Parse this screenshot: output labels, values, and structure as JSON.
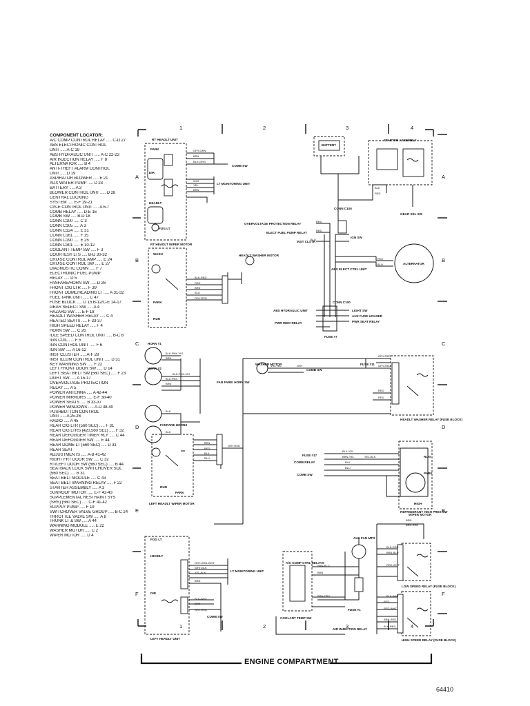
{
  "locator": {
    "title": "COMPONENT LOCATOR:",
    "rows": [
      [
        "A/C COMP CONTROL RELAY",
        "C-D 27"
      ],
      [
        "ABS ELECTRONIC CONTROL",
        ""
      ],
      [
        "  UNIT",
        "A-C 19"
      ],
      [
        "ABS HYDRAULIC UNIT",
        "A-C 22-23"
      ],
      [
        "AIR INJECTION RELAY",
        "F 8"
      ],
      [
        "ALTERNATOR",
        "B 4"
      ],
      [
        "ANTI-THEFT ALARM CONTROL",
        ""
      ],
      [
        "  UNIT",
        "D 19"
      ],
      [
        "ASPIRATOR BLOWER",
        "E 21"
      ],
      [
        "AUX WATER PUMP",
        "D 23"
      ],
      [
        "BATTERY",
        "A 3"
      ],
      [
        "BLOWER CONTROL UNIT",
        "D 28"
      ],
      [
        "CENTRAL LOCKING",
        ""
      ],
      [
        "  SYSTEM",
        "E-F 19-21"
      ],
      [
        "CIS-E CONTROL UNIT",
        "A 6-7"
      ],
      [
        "COMB RELAY",
        "D-E 16"
      ],
      [
        "COMB SW",
        "B-D 18"
      ],
      [
        "CONN C100",
        "C 3"
      ],
      [
        "CONN C105",
        "A 3"
      ],
      [
        "CONN C124",
        "E 31"
      ],
      [
        "CONN C161",
        "F 15"
      ],
      [
        "CONN C190",
        "E 25"
      ],
      [
        "CONN C301",
        "E 10-12"
      ],
      [
        "COOLANT TEMP SW",
        "F 3"
      ],
      [
        "COURTESY LTS",
        "B-D 30-32"
      ],
      [
        "CRUISE CONTROL AMP",
        "E 24"
      ],
      [
        "CRUISE CONTROL SW",
        "E 27"
      ],
      [
        "DIAGNOSTIC CONN",
        "F 7"
      ],
      [
        "ELECTRONIC FUEL PUMP",
        ""
      ],
      [
        "  RELAY",
        "D 5"
      ],
      [
        "FANFARE/HORN SW",
        "D 26"
      ],
      [
        "FRONT CIG LTR",
        "F 39"
      ],
      [
        "FRONT DOME/READING LT",
        "A 31-32"
      ],
      [
        "FUEL TANK UNIT",
        "C 47"
      ],
      [
        "FUSE BLOCK",
        "D 15 B-12/C-E 14-17"
      ],
      [
        "GEAR SELECT SW",
        "A 4"
      ],
      [
        "HAZARD SW",
        "E-F 18"
      ],
      [
        "HEADLT WASHER RELAY",
        "C 4"
      ],
      [
        "HEATED SEATS",
        "F 33-37"
      ],
      [
        "HIGH SPEED RELAY",
        "F 4"
      ],
      [
        "HORN SW",
        "C 26"
      ],
      [
        "IDLE SPEED CONTROL UNIT",
        "B-C 8"
      ],
      [
        "IGN COIL",
        "F 5"
      ],
      [
        "IGN CONTROL UNIT",
        "F 6"
      ],
      [
        "IGN SW",
        "A 16-12"
      ],
      [
        "INST CLUSTER",
        "A-F 28"
      ],
      [
        "INST ILLUM CONTROL UNIT",
        "D 31"
      ],
      [
        "KEY WARNING SW",
        "F 22"
      ],
      [
        "LEFT FRONT DOOR SW",
        "D 14"
      ],
      [
        "LEFT SEAT BELT SW (560 SEC)",
        "F 23"
      ],
      [
        "LIGHT SW",
        "A 15-17"
      ],
      [
        "OVERVOLTAGE PROTECTION",
        ""
      ],
      [
        "  RELAY",
        "A 5"
      ],
      [
        "POWER ANTENNA",
        "A 42-44"
      ],
      [
        "POWER MIRRORS",
        "E-F 38-40"
      ],
      [
        "POWER SEATS",
        "B 33-37"
      ],
      [
        "POWER WINDOWS",
        "A-D 38-40"
      ],
      [
        "PUSHBUTTON CONTROL",
        ""
      ],
      [
        "  UNIT",
        "A 25-26"
      ],
      [
        "RADIO",
        "A 45"
      ],
      [
        "REAR CIG LTR (560 SEC)",
        "F 31"
      ],
      [
        "REAR CIG LTRS (420,560 SEL)",
        "F 32"
      ],
      [
        "REAR DEFOGGER TIMER RLY",
        "C 44"
      ],
      [
        "REAR DEFOGGER SW",
        "E 44"
      ],
      [
        "REAR DOME LT (560 SEC)",
        "D 31"
      ],
      [
        "REAR SEAT",
        ""
      ],
      [
        "  ADJUSTMENTS",
        "A-B 41-42"
      ],
      [
        "RIGHT FRT DOOR SW",
        "C 32"
      ],
      [
        "RT/LEFT DOOR SW (560 SEC)",
        "B 44"
      ],
      [
        "SEATBACK LOCK SWITCHOVER SOL",
        ""
      ],
      [
        "  (560 SEC)",
        "B 31"
      ],
      [
        "SEAT BELT MODULE",
        "C 43"
      ],
      [
        "SEAT BELT WARNING RELAY",
        "F 22"
      ],
      [
        "STARTER ASSEMBLY",
        "A 3"
      ],
      [
        "SUNROOF MOTOR",
        "E-F 42-43"
      ],
      [
        "SUPPLEMENTAL RESTRAINT SYS",
        ""
      ],
      [
        "  (SRS) (560 SEC)",
        "C-F 41-42"
      ],
      [
        "SUPPLY PUMP",
        "F 19"
      ],
      [
        "SWITCHOVER VALVE GROUP",
        "B-C 24"
      ],
      [
        "THROTTLE VALVE SW",
        "A 8"
      ],
      [
        "TRUNK LT & SW",
        "A 44"
      ],
      [
        "WARNING MODULE",
        "E 22"
      ],
      [
        "WASHER MOTOR",
        "C 2"
      ],
      [
        "WIPER MOTOR",
        "D 4"
      ]
    ]
  },
  "grid": {
    "columns": [
      "1",
      "2",
      "3",
      "4"
    ],
    "rows": [
      "A",
      "B",
      "C",
      "D",
      "E",
      "F"
    ]
  },
  "labels": {
    "rt_headlt_unit": "RT HEADLT UNIT",
    "park": "PARK",
    "dir": "DIR",
    "headlt": "HEADLT",
    "fog_lt": "FOG LT",
    "comb_sw": "COMB SW",
    "monitoring_unit": "LT MONITORING UNIT",
    "battery": "BATTERY",
    "starter_assembly": "STARTER ASSEMBLY",
    "gear_sel_sw": "GEAR SEL SW",
    "conn_c105": "CONN C105",
    "overvoltage": "OVERVOLTAGE PROTECTION RELAY",
    "elect_fuel_pump": "ELECT FUEL PUMP RELAY",
    "inst_clstr": "INST CLSTR",
    "ign_sw": "IGN SW",
    "abs_elect": "ABS ELECT CTRL UNIT",
    "alternator": "ALTERNATOR",
    "rt_wiper": "RT HEADLT WIPER MOTOR",
    "wash": "WASH",
    "run": "RUN",
    "headlt_washer_motor": "HEADLT WASHER MOTOR",
    "conn_c100": "CONN C100",
    "abs_hydraulic": "ABS HYDRAULIC UNIT",
    "pwr_wdo_relay": "PWR WDO RELAY",
    "fuse7": "FUSE #7",
    "light_sw": "LIGHT SW",
    "aux_fuse": "AUX FUSE HOLDER",
    "pwr_seat": "PWR SEAT RELAY",
    "horn1": "HORN #1",
    "horn2": "HORN #2",
    "fanfare_horn_sw": "FAN FARE/ HORN SW",
    "fanfare_horns": "FANFARE HORNS",
    "washer_motor": "WASHER MOTOR",
    "fuse11": "FUSE #11",
    "headlt_washer_relay": "HEADLT WASHER RELAY (FUSE BLOCK)",
    "fuse17": "FUSE #17",
    "comb_relay": "COMB RELAY",
    "high": "HIGH",
    "wiper_motor": "WIPER MOTOR",
    "left_wiper": "LEFT HEADLT WIPER MOTOR",
    "refrig": "REFRIGERANT HIGH PRES SW",
    "aux_fan": "AUX FAN MTR",
    "ac_relays": "A/C COMP CTRL RELAYS",
    "low_speed": "LOW SPEED RELAY (FUSE BLOCK)",
    "fuse1": "FUSE #1",
    "coolant": "COOLANT TEMP SW",
    "air_inj": "AIR INJECTION RELAY",
    "high_speed": "HIGH SPEED RELAY (FUSE BLOCK)",
    "left_headlt_unit": "LEFT HEADLT UNIT"
  },
  "wires": {
    "gry_grn": "GRY-GRN",
    "brn": "BRN",
    "blk_grn": "BLK-GRN",
    "wht": "WHT",
    "yel": "YEL",
    "red": "RED",
    "blk": "BLK",
    "blu": "BLU",
    "blk_red": "BLK-RED",
    "gry_red": "GRY-RED",
    "blk_pnk_vio": "BLK-PNK-VIO",
    "blk_pnk": "BLK-PNK",
    "vio_yel": "VIO-YEL",
    "gry": "GRY",
    "blk_yel": "BLK-YEL",
    "brn_yel": "BRN-YEL",
    "yel_blk": "YEL-BLK",
    "brn_blu": "BRN-BLU",
    "red_wht": "RED-WHT",
    "blk_wht": "BLK-WHT",
    "brn_gry": "BRN-GRY",
    "gry_grn_wht": "GRY-GRN-WHT",
    "wht_blk": "WHT-BLK",
    "yel_blk2": "YEL-BLK",
    "brn_red": "BRN-RED"
  },
  "footer": {
    "title": "ENGINE COMPARTMENT",
    "figure": "64410"
  }
}
